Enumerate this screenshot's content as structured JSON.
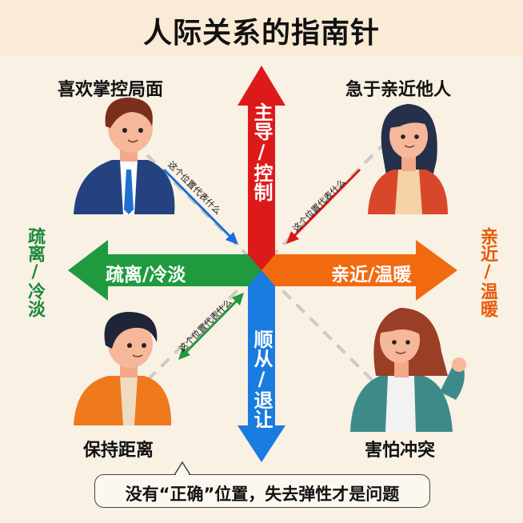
{
  "title": "人际关系的指南针",
  "axes": {
    "up": {
      "label": "主导/控制",
      "color": "#dd1a1a"
    },
    "down": {
      "label": "顺从/退让",
      "color": "#1a7be0"
    },
    "left": {
      "label": "疏离/冷淡",
      "color": "#1f9a3e"
    },
    "right": {
      "label": "亲近/温暖",
      "color": "#f26a10"
    }
  },
  "side_labels": {
    "left": {
      "text": "疏离/冷淡",
      "color": "#1a8a3a"
    },
    "right": {
      "text": "亲近/温暖",
      "color": "#e85a0c"
    }
  },
  "quadrants": [
    {
      "position": "top-left",
      "label": "喜欢掌控局面",
      "figure": "man-in-blue-suit",
      "pointer_text": "这个位置代表什么",
      "pointer_color": "#1a6fd8"
    },
    {
      "position": "top-right",
      "label": "急于亲近他人",
      "figure": "woman-in-red-cardigan",
      "pointer_text": "这个位置代表什么",
      "pointer_color": "#d81a1a"
    },
    {
      "position": "bottom-left",
      "label": "保持距离",
      "figure": "man-in-orange-shirt",
      "pointer_text": "这个位置代表什么",
      "pointer_color": "#1f9a3e"
    },
    {
      "position": "bottom-right",
      "label": "害怕冲突",
      "figure": "woman-in-teal-jacket",
      "pointer_text": "",
      "pointer_color": ""
    }
  ],
  "callout": "没有“正确”位置，失去弹性才是问题",
  "colors": {
    "background": "#f8f1e4",
    "title_band": "#f9ebd5"
  }
}
